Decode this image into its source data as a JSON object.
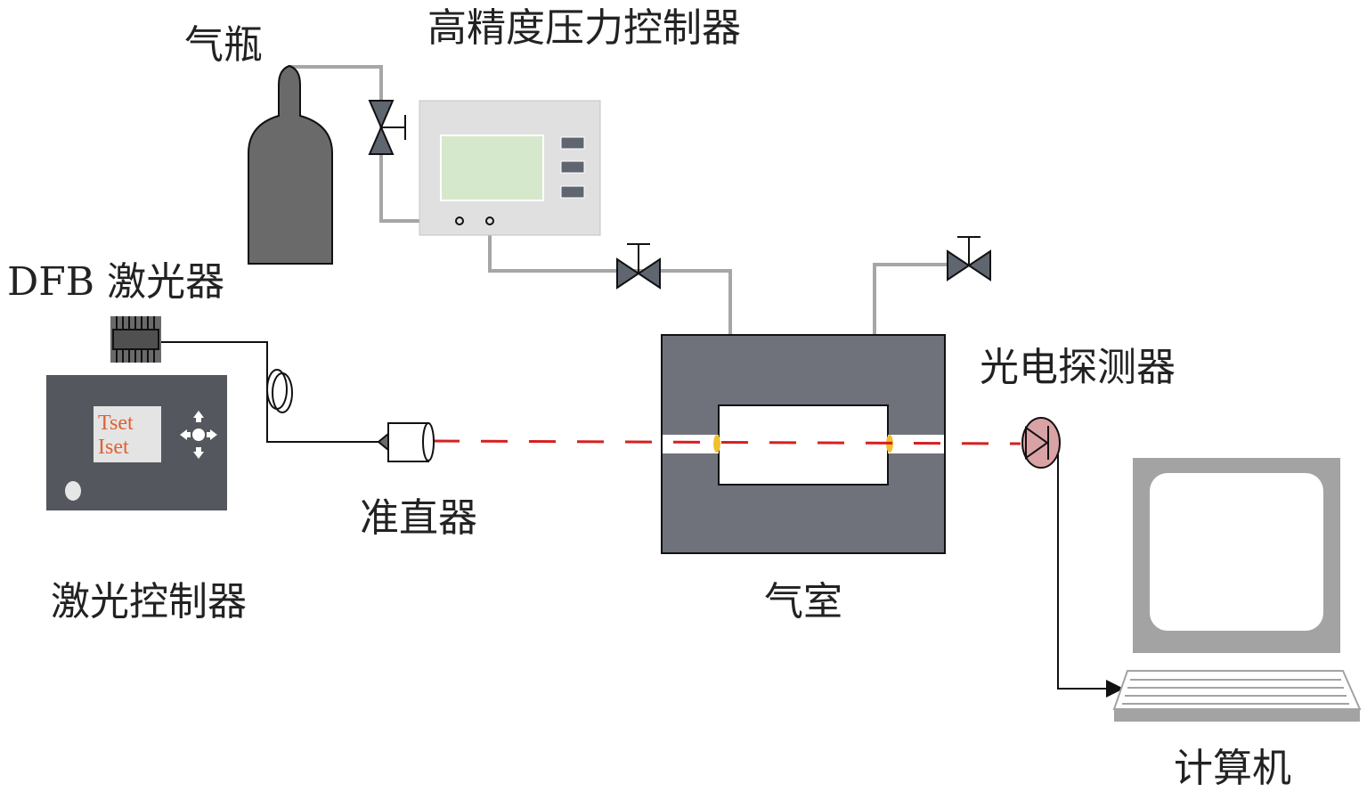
{
  "labels": {
    "gas_cylinder": "气瓶",
    "pressure_controller": "高精度压力控制器",
    "dfb_laser": "DFB 激光器",
    "laser_controller": "激光控制器",
    "collimator": "准直器",
    "gas_cell": "气室",
    "photodetector": "光电探测器",
    "computer": "计算机"
  },
  "laser_controller_display": {
    "line1": "Tset",
    "line2": "Iset"
  },
  "colors": {
    "cylinder": "#6a6a6a",
    "pipe": "#a6a6a6",
    "controller_panel": "#e0e0e0",
    "controller_screen": "#d6e8cc",
    "laser_controller_body": "#55575e",
    "gas_cell_body": "#6f727a",
    "laser_beam": "#d62020",
    "window_lens": "#f0c030",
    "photodetector_fill": "#d9a3a6",
    "computer": "#a3a3a3",
    "display_text": "#e06030"
  }
}
